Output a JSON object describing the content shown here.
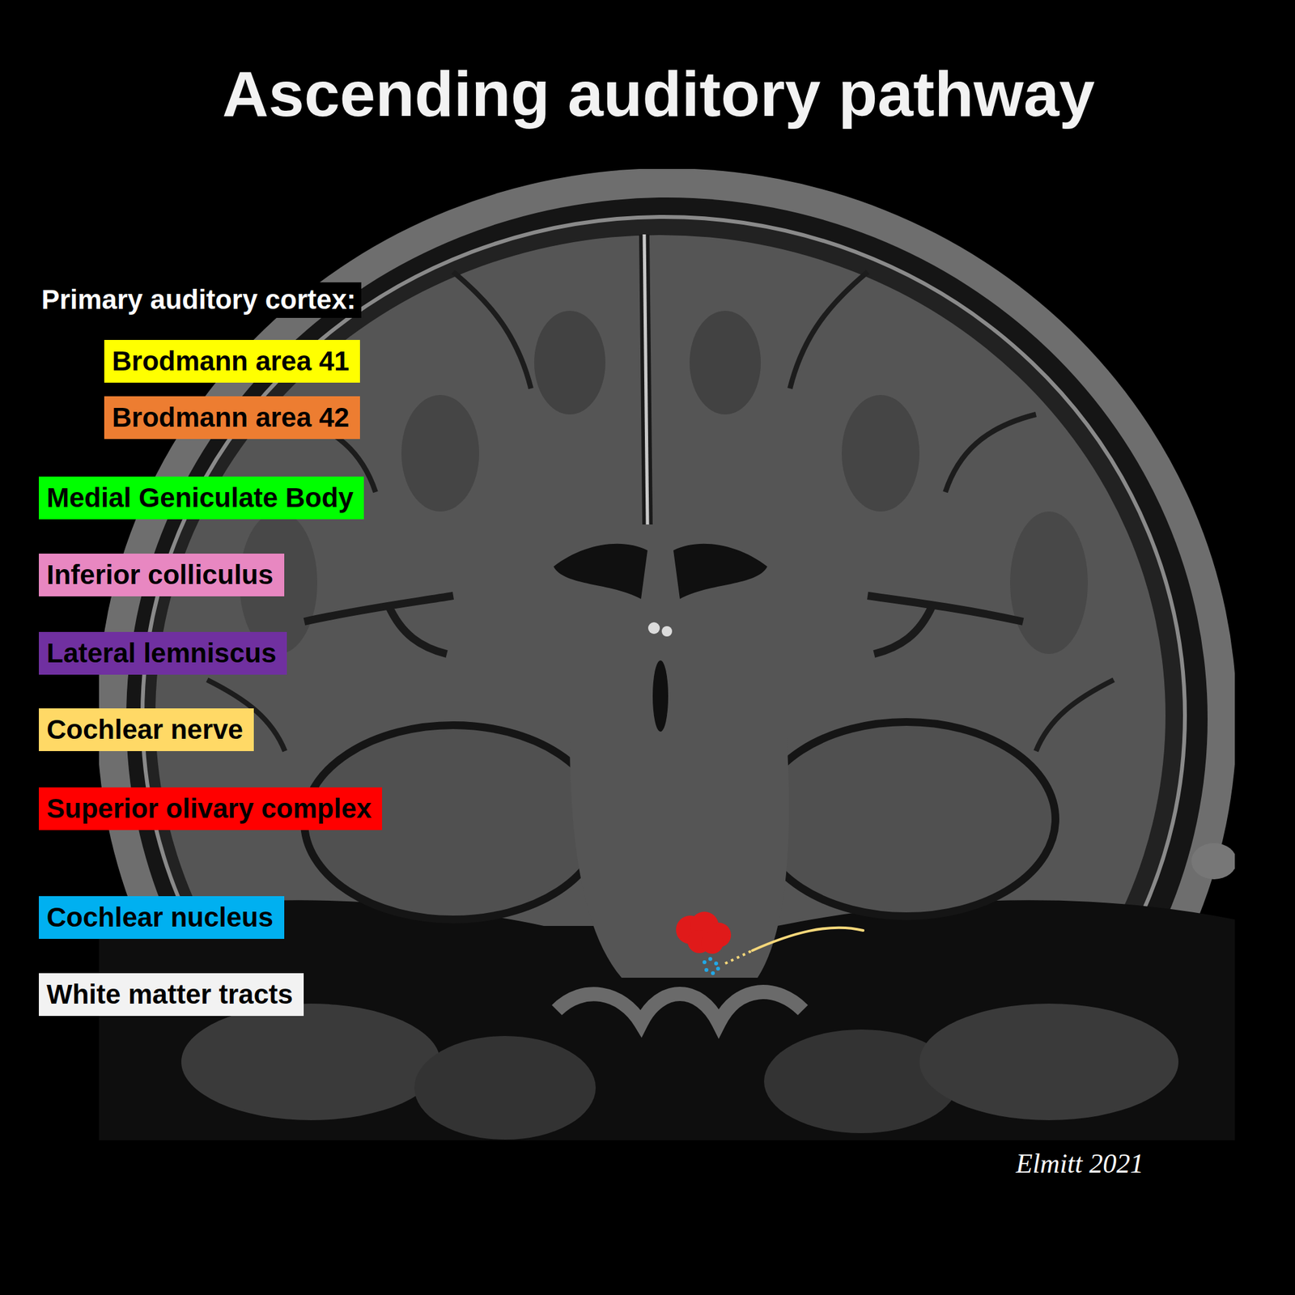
{
  "diagram": {
    "title": "Ascending auditory pathway",
    "labels": [
      "Primary auditory cortex:",
      "Elmitt 2021"
    ],
    "legend": [
      {
        "text": "Brodmann area 41",
        "color": "#ffff00"
      },
      {
        "text": "Brodmann area 42",
        "color": "#ed7d31"
      },
      {
        "text": "Medial Geniculate Body",
        "color": "#00ff00"
      },
      {
        "text": "Inferior colliculus",
        "color": "#e887c1"
      },
      {
        "text": "Lateral lemniscus",
        "color": "#7030a0"
      },
      {
        "text": "Cochlear nerve",
        "color": "#ffd966"
      },
      {
        "text": "Superior olivary complex",
        "color": "#ff0000"
      },
      {
        "text": "Cochlear nucleus",
        "color": "#00b0f0"
      },
      {
        "text": "White matter tracts",
        "color": "#f2f2f2"
      }
    ]
  }
}
